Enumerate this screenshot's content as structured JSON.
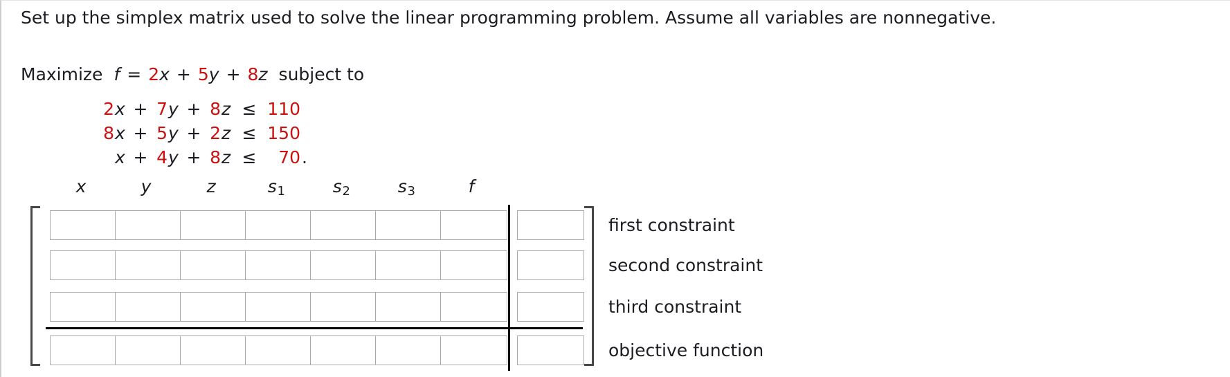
{
  "page": {
    "title": "Set up the simplex matrix used to solve the linear programming problem. Assume all variables are nonnegative."
  },
  "operators": {
    "plus": "+"
  },
  "objective": {
    "verb": "Maximize",
    "function_var": "f",
    "equals": "=",
    "terms": [
      {
        "coef": "2",
        "var": "x"
      },
      {
        "coef": "5",
        "var": "y"
      },
      {
        "coef": "8",
        "var": "z"
      }
    ],
    "suffix": "subject to"
  },
  "constraints": [
    {
      "terms": [
        {
          "coef": "2",
          "var": "x"
        },
        {
          "coef": "7",
          "var": "y"
        },
        {
          "coef": "8",
          "var": "z"
        }
      ],
      "relation": "≤",
      "rhs": "110",
      "terminator": ""
    },
    {
      "terms": [
        {
          "coef": "8",
          "var": "x"
        },
        {
          "coef": "5",
          "var": "y"
        },
        {
          "coef": "2",
          "var": "z"
        }
      ],
      "relation": "≤",
      "rhs": "150",
      "terminator": ""
    },
    {
      "terms": [
        {
          "coef": "",
          "var": "x"
        },
        {
          "coef": "4",
          "var": "y"
        },
        {
          "coef": "8",
          "var": "z"
        }
      ],
      "relation": "≤",
      "rhs": "70",
      "terminator": "."
    }
  ],
  "matrix": {
    "column_headers": [
      {
        "base": "x",
        "sub": ""
      },
      {
        "base": "y",
        "sub": ""
      },
      {
        "base": "z",
        "sub": ""
      },
      {
        "base": "s",
        "sub": "1"
      },
      {
        "base": "s",
        "sub": "2"
      },
      {
        "base": "s",
        "sub": "3"
      },
      {
        "base": "f",
        "sub": ""
      }
    ],
    "row_labels": [
      "first constraint",
      "second constraint",
      "third constraint",
      "objective function"
    ],
    "cell_values": [
      [
        "",
        "",
        "",
        "",
        "",
        "",
        "",
        ""
      ],
      [
        "",
        "",
        "",
        "",
        "",
        "",
        "",
        ""
      ],
      [
        "",
        "",
        "",
        "",
        "",
        "",
        "",
        ""
      ],
      [
        "",
        "",
        "",
        "",
        "",
        "",
        "",
        ""
      ]
    ],
    "cell_placeholder": ""
  },
  "colors": {
    "accent_red": "#cc1111",
    "text": "#1c1c22",
    "divider_line": "#000000",
    "input_border": "#a9a9a9",
    "bracket": "#474747"
  }
}
